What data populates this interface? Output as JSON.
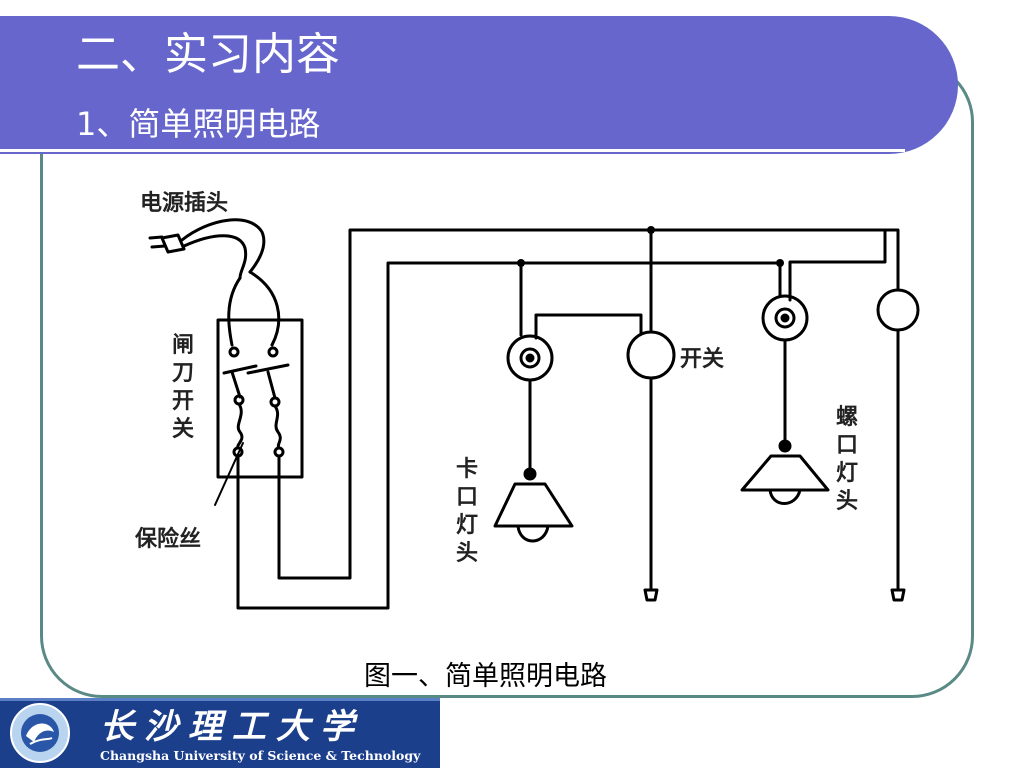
{
  "slide": {
    "title": "二、实习内容",
    "subtitle": "1、简单照明电路",
    "caption": "图一、简单照明电路"
  },
  "diagram": {
    "labels": {
      "plug": "电源插头",
      "knife_switch": [
        "闸",
        "刀",
        "开",
        "关"
      ],
      "fuse": "保险丝",
      "bayonet_lamp": [
        "卡",
        "口",
        "灯",
        "头"
      ],
      "switch": "开关",
      "screw_lamp": [
        "螺",
        "口",
        "灯",
        "头"
      ]
    }
  },
  "logo": {
    "chinese": "长沙理工大学",
    "english": "Changsha University of Science & Technology"
  },
  "colors": {
    "header": "#6666cc",
    "frame": "#5a8a86",
    "logo_bg": "#1c3f8c"
  }
}
